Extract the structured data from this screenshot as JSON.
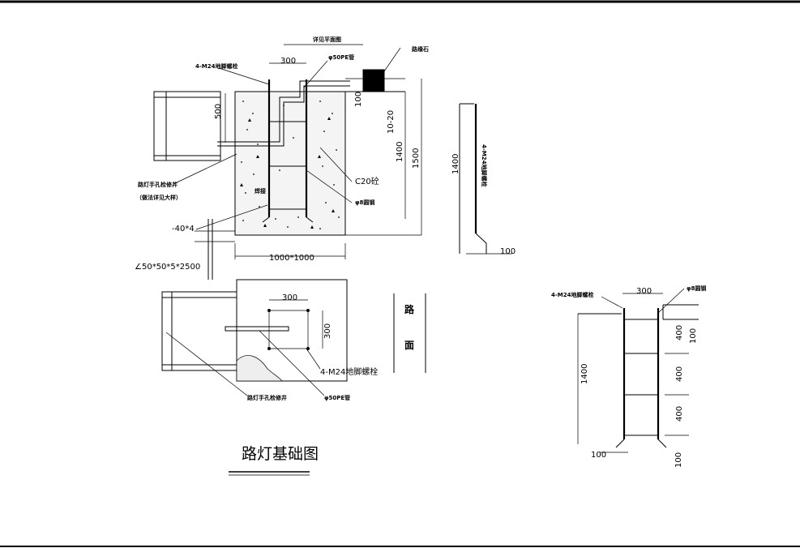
{
  "drawing": {
    "title": "路灯基础图",
    "main_view": {
      "label_see_plan": "详见平面图",
      "label_curb": "路缘石",
      "label_anchor_bolts": "4-M24地脚螺栓",
      "label_pe_pipe": "φ50PE管",
      "dim_300": "300",
      "dim_100": "100",
      "dim_500": "500",
      "dim_10_20": "10-20",
      "dim_1400": "1400",
      "dim_1500": "1500",
      "dim_base": "1000*1000",
      "label_concrete": "C20砼",
      "label_rebar": "φ8圆钢",
      "label_weld": "焊接",
      "label_handhole_well": "路灯手孔检修井",
      "label_handhole_note": "（做法详见大样）",
      "label_flat_steel": "-40*4",
      "label_angle_steel": "∠50*50*5*2500"
    },
    "side_view": {
      "label_vertical": "4-M24地脚螺栓",
      "dim_1400": "1400",
      "dim_100": "100"
    },
    "plan_view": {
      "dim_300_h": "300",
      "dim_300_v": "300",
      "label_anchor_bolts": "4-M24地脚螺栓",
      "label_handhole_well": "路灯手孔检修井",
      "label_pe_pipe": "φ50PE管",
      "road_char_1": "路",
      "road_char_2": "面"
    },
    "cage_view": {
      "label_anchor_bolts": "4-M24地脚螺栓",
      "label_rebar": "φ8圆钢",
      "dim_300": "300",
      "dim_1400": "1400",
      "dim_400_a": "400",
      "dim_400_b": "400",
      "dim_400_c": "400",
      "dim_100_top": "100",
      "dim_100_bottom": "100",
      "dim_100_left": "100"
    }
  }
}
